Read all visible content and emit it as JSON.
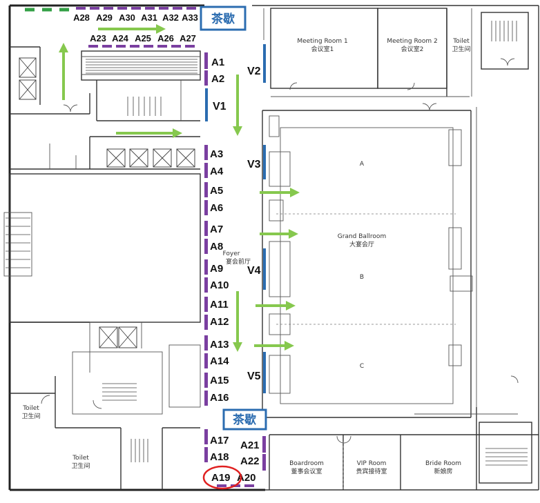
{
  "tea_break_label": "茶歇",
  "rooms": {
    "meeting_room_1_en": "Meeting Room 1",
    "meeting_room_1_cn": "会议室1",
    "meeting_room_2_en": "Meeting Room 2",
    "meeting_room_2_cn": "会议室2",
    "toilet_en": "Toilet",
    "toilet_cn": "卫生间",
    "grand_ballroom_en": "Grand Ballroom",
    "grand_ballroom_cn": "大宴会厅",
    "section_a": "A",
    "section_b": "B",
    "section_c": "C",
    "foyer_en": "Foyer",
    "foyer_cn": "宴会前厅",
    "boardroom_en": "Boardroom",
    "boardroom_cn": "董事会议室",
    "vip_room_en": "VIP Room",
    "vip_room_cn": "贵宾接待室",
    "bride_room_en": "Bride Room",
    "bride_room_cn": "新娘房"
  },
  "booths": {
    "top_row_1": [
      "A28",
      "A29",
      "A30",
      "A31",
      "A32",
      "A33"
    ],
    "top_row_2": [
      "A23",
      "A24",
      "A25",
      "A26",
      "A27"
    ],
    "foyer_column": [
      "A1",
      "A2",
      "A3",
      "A4",
      "A5",
      "A6",
      "A7",
      "A8",
      "A9",
      "A10",
      "A11",
      "A12",
      "A13",
      "A14",
      "A15",
      "A16"
    ],
    "bottom_left": [
      "A17",
      "A18"
    ],
    "bottom_right": [
      "A21",
      "A22"
    ],
    "bottom_row": [
      "A19",
      "A20"
    ],
    "highlighted": "A19"
  },
  "v_labels": [
    "V1",
    "V2",
    "V3",
    "V4",
    "V5"
  ],
  "colors": {
    "booth_bar": "#7a3fa0",
    "green_marker": "#33a045",
    "v_line": "#2b6cb0",
    "arrow": "#86c84e",
    "tea_break": "#2b6cb0",
    "highlight": "#e02020"
  }
}
